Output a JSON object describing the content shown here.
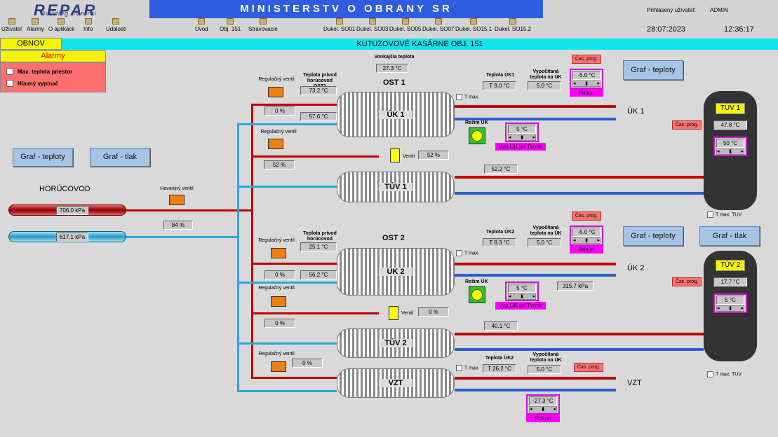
{
  "header": {
    "logo": "REPAR",
    "logo_sub": "Building Control",
    "ministry": "MINISTERSTV O OBRANY SR",
    "user_label": "Prihlásený užívateľ:",
    "user_value": "ADMIN",
    "date": "28:07:2023",
    "time": "12:36:17"
  },
  "nav": [
    {
      "label": "Užívateľ"
    },
    {
      "label": "Alarmy"
    },
    {
      "label": "O aplikácii"
    },
    {
      "label": "Info"
    },
    {
      "label": "Udalosti"
    },
    {
      "label": "Úvod"
    },
    {
      "label": "Obj. 151"
    },
    {
      "label": "Stravovacie"
    },
    {
      "label": "Dukel. SO01"
    },
    {
      "label": "Dukel. SO03"
    },
    {
      "label": "Dukel. SO05"
    },
    {
      "label": "Dukel. SO07"
    },
    {
      "label": "Dukel. SO15.1"
    },
    {
      "label": "Dukel. SO15.2"
    }
  ],
  "obnov": "OBNOV",
  "title": "KUTUZOVOVÉ KASÁRNE OBJ. 151",
  "alarms": {
    "header": "Alarmy",
    "items": [
      "Max. teplota priestor",
      "Hlavný vypínač"
    ]
  },
  "buttons": {
    "graf_teploty": "Graf - teploty",
    "graf_tlak": "Graf - tlak",
    "cas_prog": "Čas. prog.",
    "posun": "Posun",
    "vyp_uk": "Vyp.ÚK pri Tvonk"
  },
  "common": {
    "deg": "°C",
    "pct": "%",
    "t": "T",
    "reg_valve": "Regulačný ventil",
    "supply_temp_1": "Teplota prívod horúcovod OST1",
    "supply_temp_2": "Teplota prívod horúcovod OST2",
    "calc_temp": "Vypočítaná teplota na ÚK",
    "regime": "Režim ÚK",
    "valve": "Ventil",
    "tmax": "T max.",
    "tmax_tuv": "T max. TUV"
  },
  "outdoor": {
    "label": "Vonkajšia teplota",
    "value": "27.3"
  },
  "horucovod": {
    "label": "HORÚCOVOD",
    "emergency_valve": "Havarijný ventil",
    "emergency_pct": "84",
    "pressure_red": "706.0 kPa",
    "pressure_blue": "617.1 kPa"
  },
  "ost1": {
    "label": "OST 1",
    "uk_tank": "ÚK 1",
    "tuv_tank": "TÚV 1",
    "reg1_pct": "0",
    "supply_temp": "73.2",
    "return_temp": "57.6",
    "reg2_pct": "52",
    "valve_pct": "52",
    "uk_temp_label": "Teplota ÚK1",
    "uk_temp": "9.0",
    "calc_temp": "5.0",
    "posun": "-5.0",
    "vyp_value": "5",
    "tuv_temp": "52.2",
    "out_label": "ÚK 1"
  },
  "ost2": {
    "label": "OST 2",
    "uk_tank": "ÚK 2",
    "tuv_tank": "TÚV 2",
    "vzt_tank": "VZT",
    "reg1_pct": "0",
    "supply_temp": "25.1",
    "return_temp": "56.2",
    "reg2_pct": "0",
    "valve_pct": "0",
    "uk_temp_label": "Teplota ÚK2",
    "uk_temp": "8.3",
    "calc_temp": "5.0",
    "posun": "-5.0",
    "vyp_value": "5",
    "pressure": "315.7 kPa",
    "tuv_temp": "40.1",
    "out_label": "ÚK 2",
    "vzt_reg_pct": "0",
    "vzt_temp_label": "Teplota ÚK2",
    "vzt_temp": "26.2",
    "vzt_calc": "5.0",
    "vzt_posun": "-27.3",
    "vzt_out": "VZT"
  },
  "tuv1": {
    "label": "TÚV 1",
    "temp": "47.8",
    "set": "50"
  },
  "tuv2": {
    "label": "TÚV 2",
    "temp": "17.7",
    "set": "5"
  }
}
